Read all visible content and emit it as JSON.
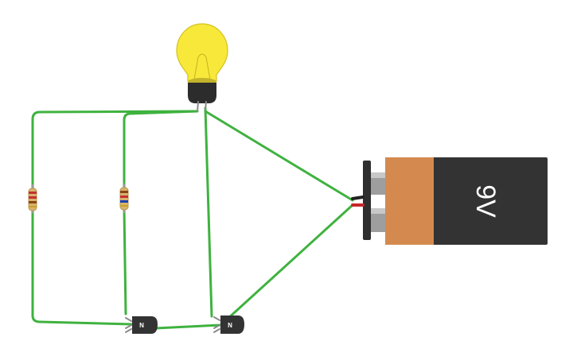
{
  "battery": {
    "voltage_label": "9V"
  },
  "transistors": [
    {
      "label": "N"
    },
    {
      "label": "N"
    }
  ],
  "colors": {
    "wire": "#3fb23f",
    "bulb_glass": "#f7e83a",
    "bulb_base": "#2c2c2c",
    "battery_body": "#333333",
    "battery_label": "#d48a4e",
    "terminal": "#aaaaaa",
    "resistor_body": "#d7b36e"
  },
  "icons": [
    "light-bulb-icon",
    "resistor-icon",
    "npn-transistor-icon",
    "battery-icon"
  ]
}
